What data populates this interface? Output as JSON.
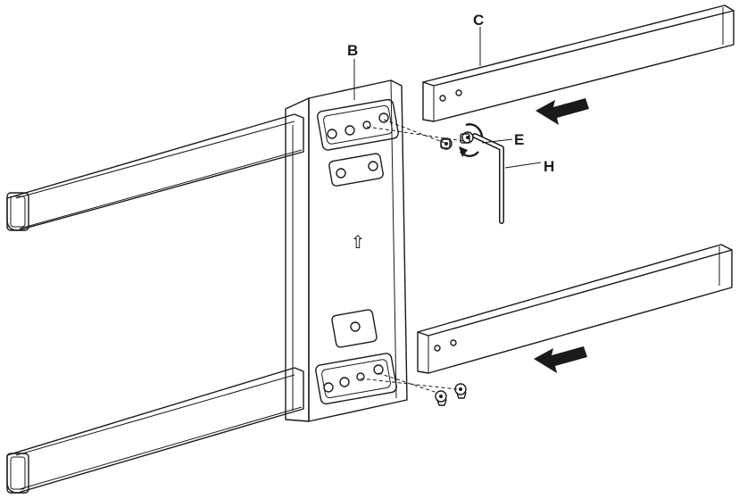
{
  "labels": {
    "bracket": "B",
    "arm": "C",
    "screw": "E",
    "hex_key": "H"
  },
  "plate_mark": "⇧",
  "colors": {
    "line": "#1a1a1a",
    "arm_fill": "#ececec",
    "plate_fill": "#ffffff",
    "arrow": "#1a1a1a"
  }
}
